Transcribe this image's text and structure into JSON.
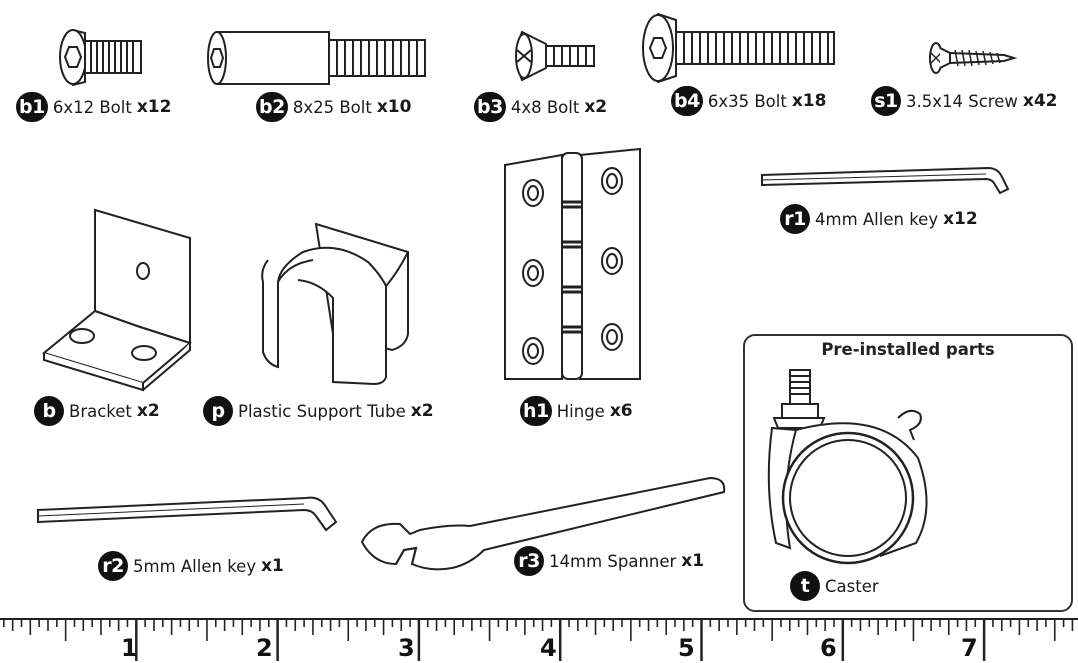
{
  "parts": [
    {
      "code": "b1",
      "name": "6x12 Bolt",
      "qty": "x12"
    },
    {
      "code": "b2",
      "name": "8x25 Bolt",
      "qty": "x10"
    },
    {
      "code": "b3",
      "name": "4x8 Bolt",
      "qty": "x2"
    },
    {
      "code": "b4",
      "name": "6x35 Bolt",
      "qty": "x18"
    },
    {
      "code": "s1",
      "name": "3.5x14 Screw",
      "qty": "x42"
    },
    {
      "code": "r1",
      "name": "4mm Allen key",
      "qty": "x12"
    },
    {
      "code": "b",
      "name": "Bracket",
      "qty": "x2"
    },
    {
      "code": "p",
      "name": "Plastic Support Tube",
      "qty": "x2"
    },
    {
      "code": "h1",
      "name": "Hinge",
      "qty": "x6"
    },
    {
      "code": "r2",
      "name": "5mm Allen key",
      "qty": "x1"
    },
    {
      "code": "r3",
      "name": "14mm Spanner",
      "qty": "x1"
    }
  ],
  "preinstalled": {
    "title": "Pre-installed parts",
    "code": "t",
    "name": "Caster"
  },
  "ruler": {
    "numbers": [
      "1",
      "2",
      "3",
      "4",
      "5",
      "6",
      "7"
    ]
  }
}
